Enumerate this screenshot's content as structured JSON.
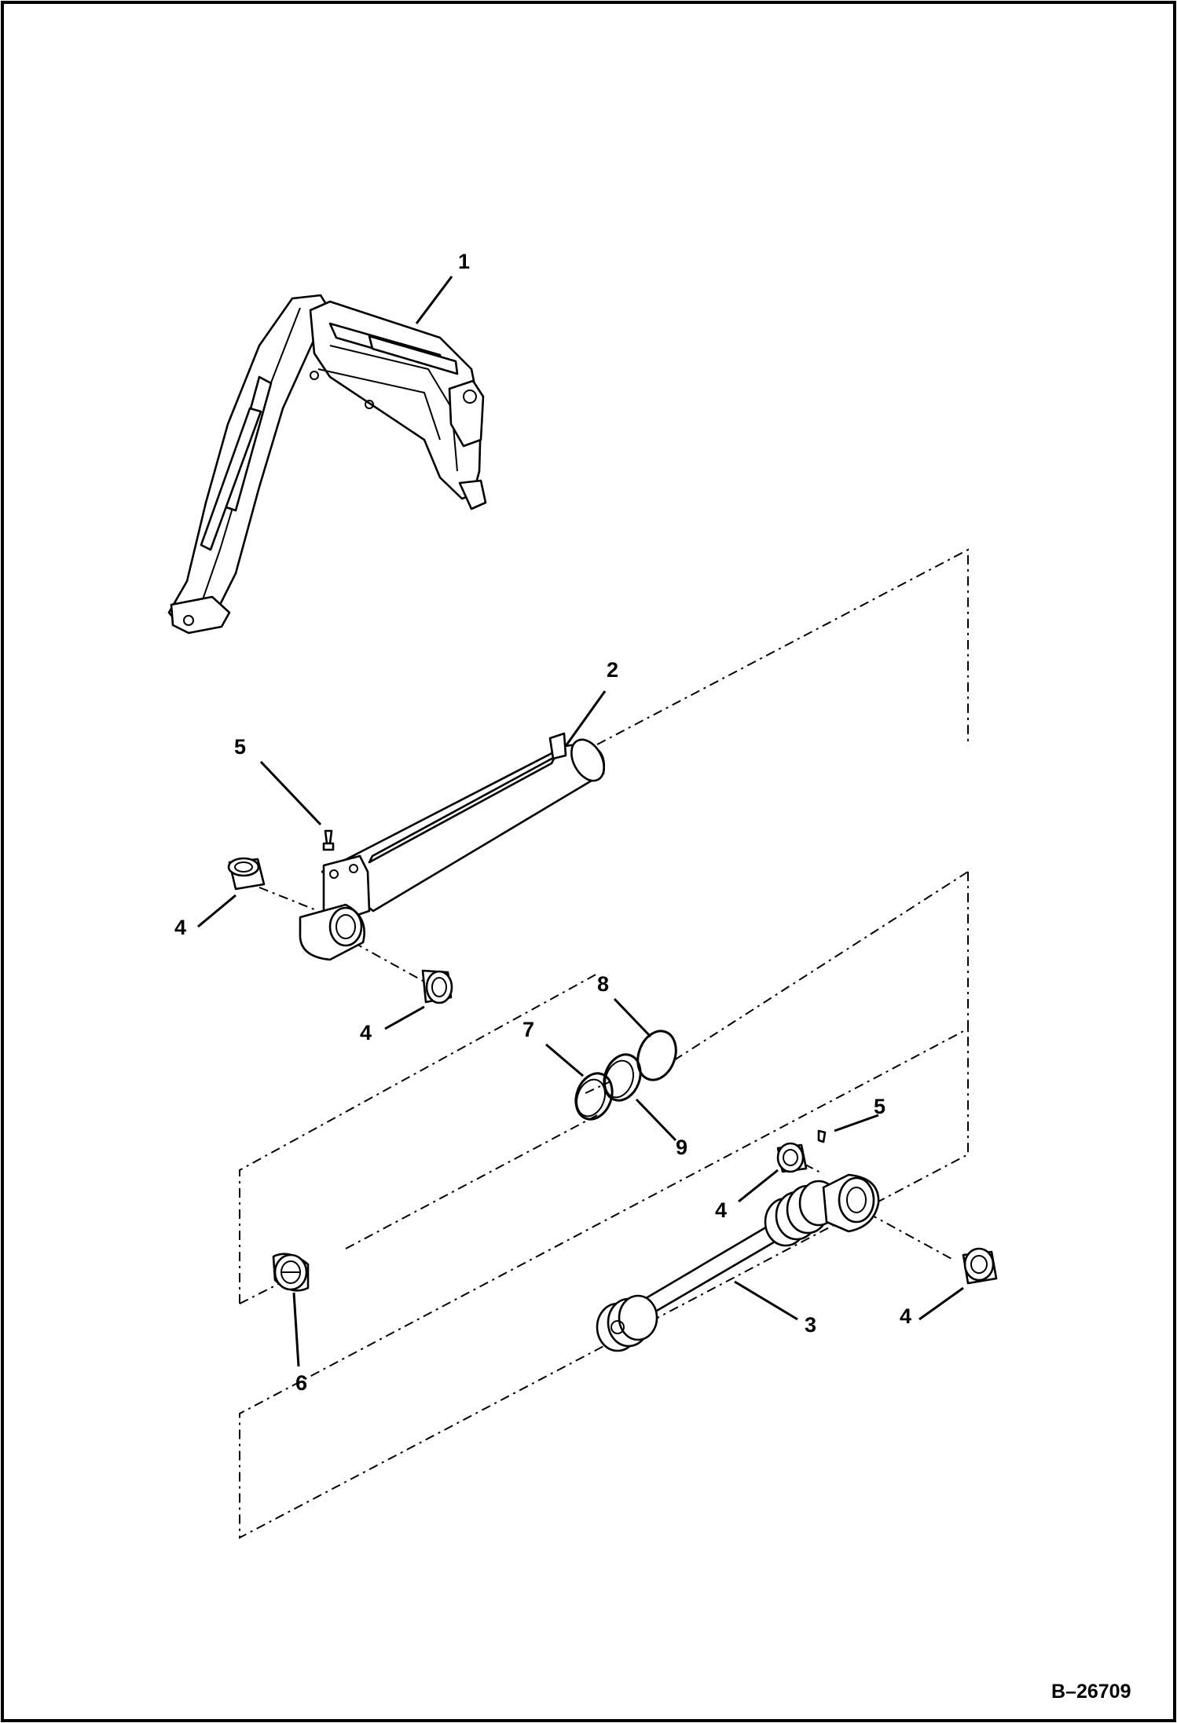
{
  "drawing": {
    "document_number": "B–26709",
    "callouts": {
      "c1": "1",
      "c2": "2",
      "c3": "3",
      "c4a": "4",
      "c4b": "4",
      "c4c": "4",
      "c4d": "4",
      "c5a": "5",
      "c5b": "5",
      "c6": "6",
      "c7": "7",
      "c8": "8",
      "c9": "9"
    }
  }
}
